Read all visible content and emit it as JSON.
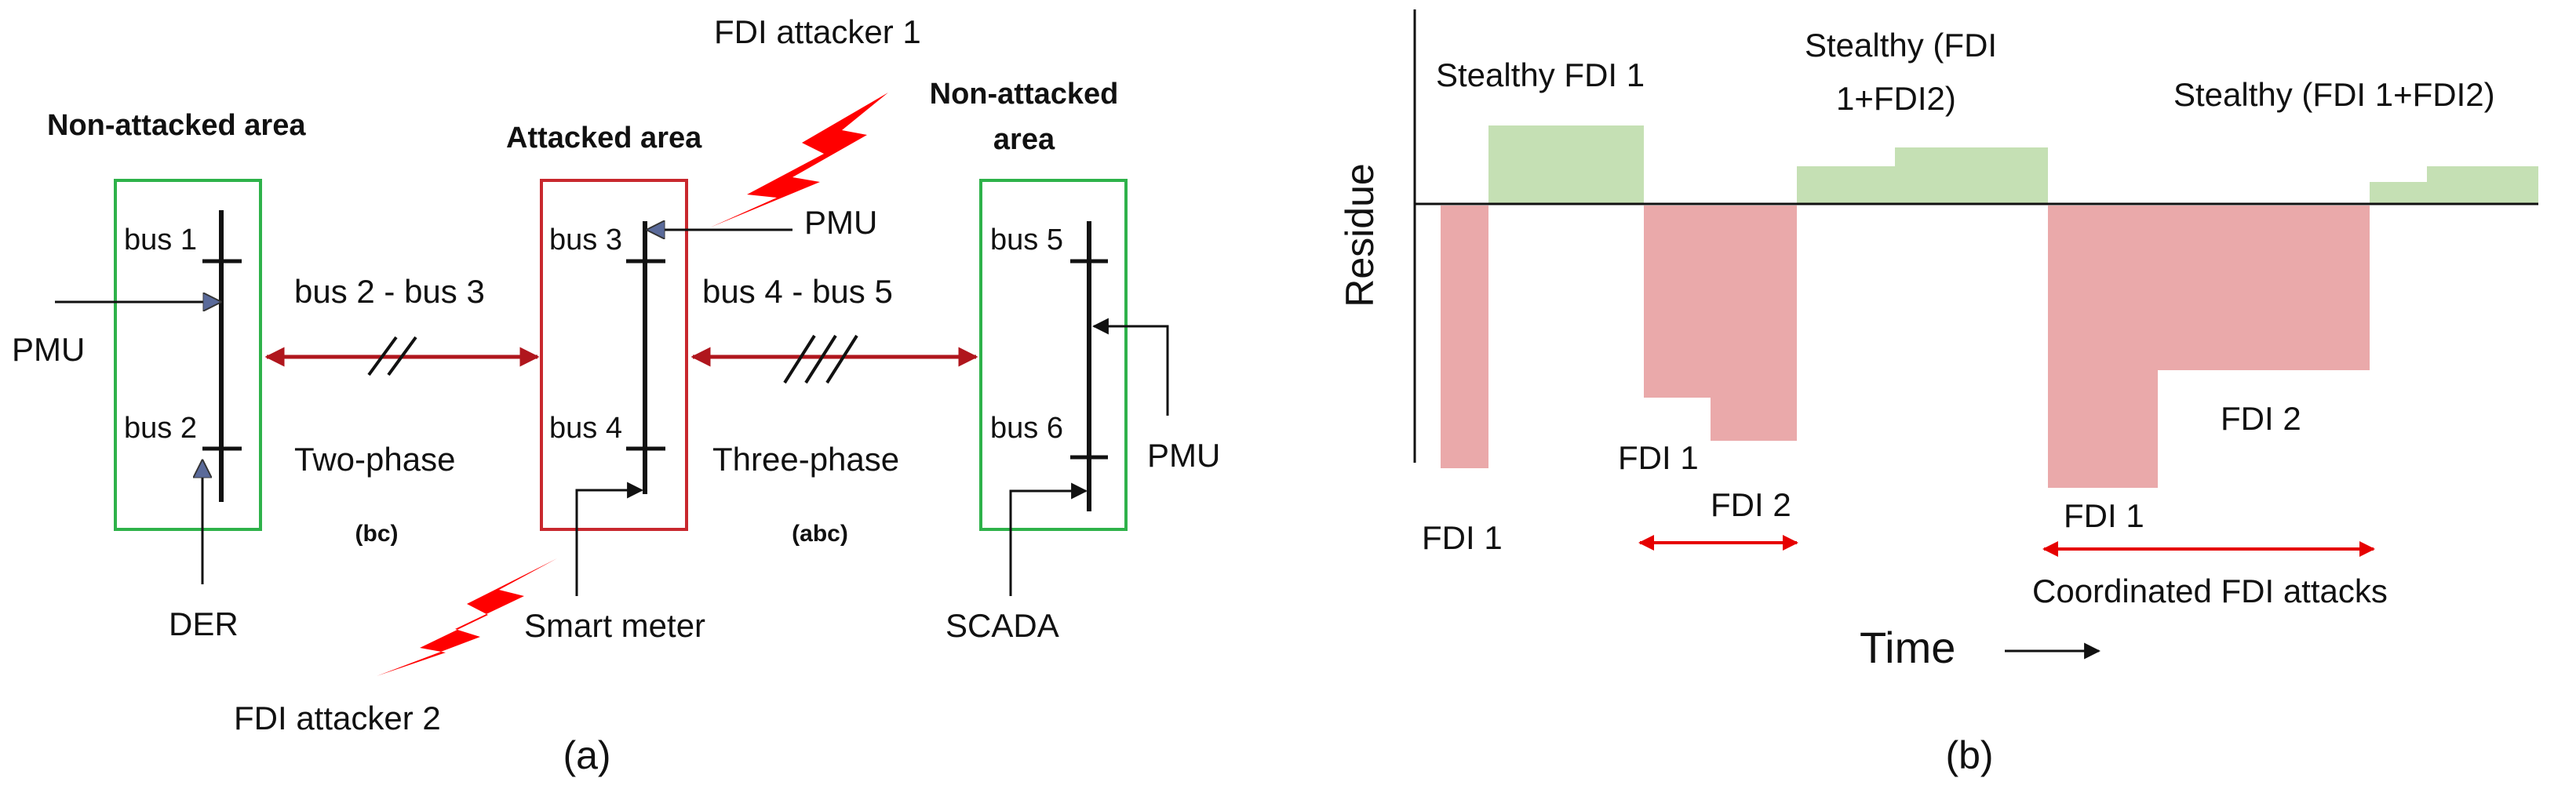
{
  "panel_a": {
    "caption": "(a)",
    "areas": {
      "left_title": "Non-attacked area",
      "middle_title": "Attacked area",
      "right_title_line1": "Non-attacked",
      "right_title_line2": "area"
    },
    "buses": {
      "bus1": "bus 1",
      "bus2": "bus 2",
      "bus3": "bus 3",
      "bus4": "bus 4",
      "bus5": "bus 5",
      "bus6": "bus 6"
    },
    "lines": {
      "left_line": "bus 2 - bus 3",
      "left_phase": "Two-phase",
      "left_phase_code": "(bc)",
      "right_line": "bus 4 - bus 5",
      "right_phase": "Three-phase",
      "right_phase_code": "(abc)"
    },
    "devices": {
      "pmu_left": "PMU",
      "der": "DER",
      "pmu_attacked": "PMU",
      "smart_meter": "Smart meter",
      "scada": "SCADA",
      "pmu_right": "PMU"
    },
    "attackers": {
      "attacker1": "FDI attacker 1",
      "attacker2": "FDI attacker 2"
    },
    "colors": {
      "left_box": "#2eb24a",
      "attacked_box": "#c8282e",
      "right_box": "#2eb24a",
      "line_arrow": "#b0161d",
      "lightning": "#ff0000"
    }
  },
  "panel_b": {
    "caption": "(b)",
    "y_label": "Residue",
    "x_label": "Time",
    "labels": {
      "stealthy1": "Stealthy FDI 1",
      "stealthy2_line1": "Stealthy (FDI",
      "stealthy2_line2": "1+FDI2)",
      "stealthy3": "Stealthy (FDI 1+FDI2)",
      "fdi1_a": "FDI 1",
      "fdi1_b": "FDI 1",
      "fdi2_b": "FDI 2",
      "fdi1_c": "FDI 1",
      "fdi2_c": "FDI 2",
      "coordinated": "Coordinated FDI attacks"
    },
    "colors": {
      "positive": "#c5e0b4",
      "negative": "#eaa9aa",
      "range_arrow": "#e60000"
    }
  }
}
